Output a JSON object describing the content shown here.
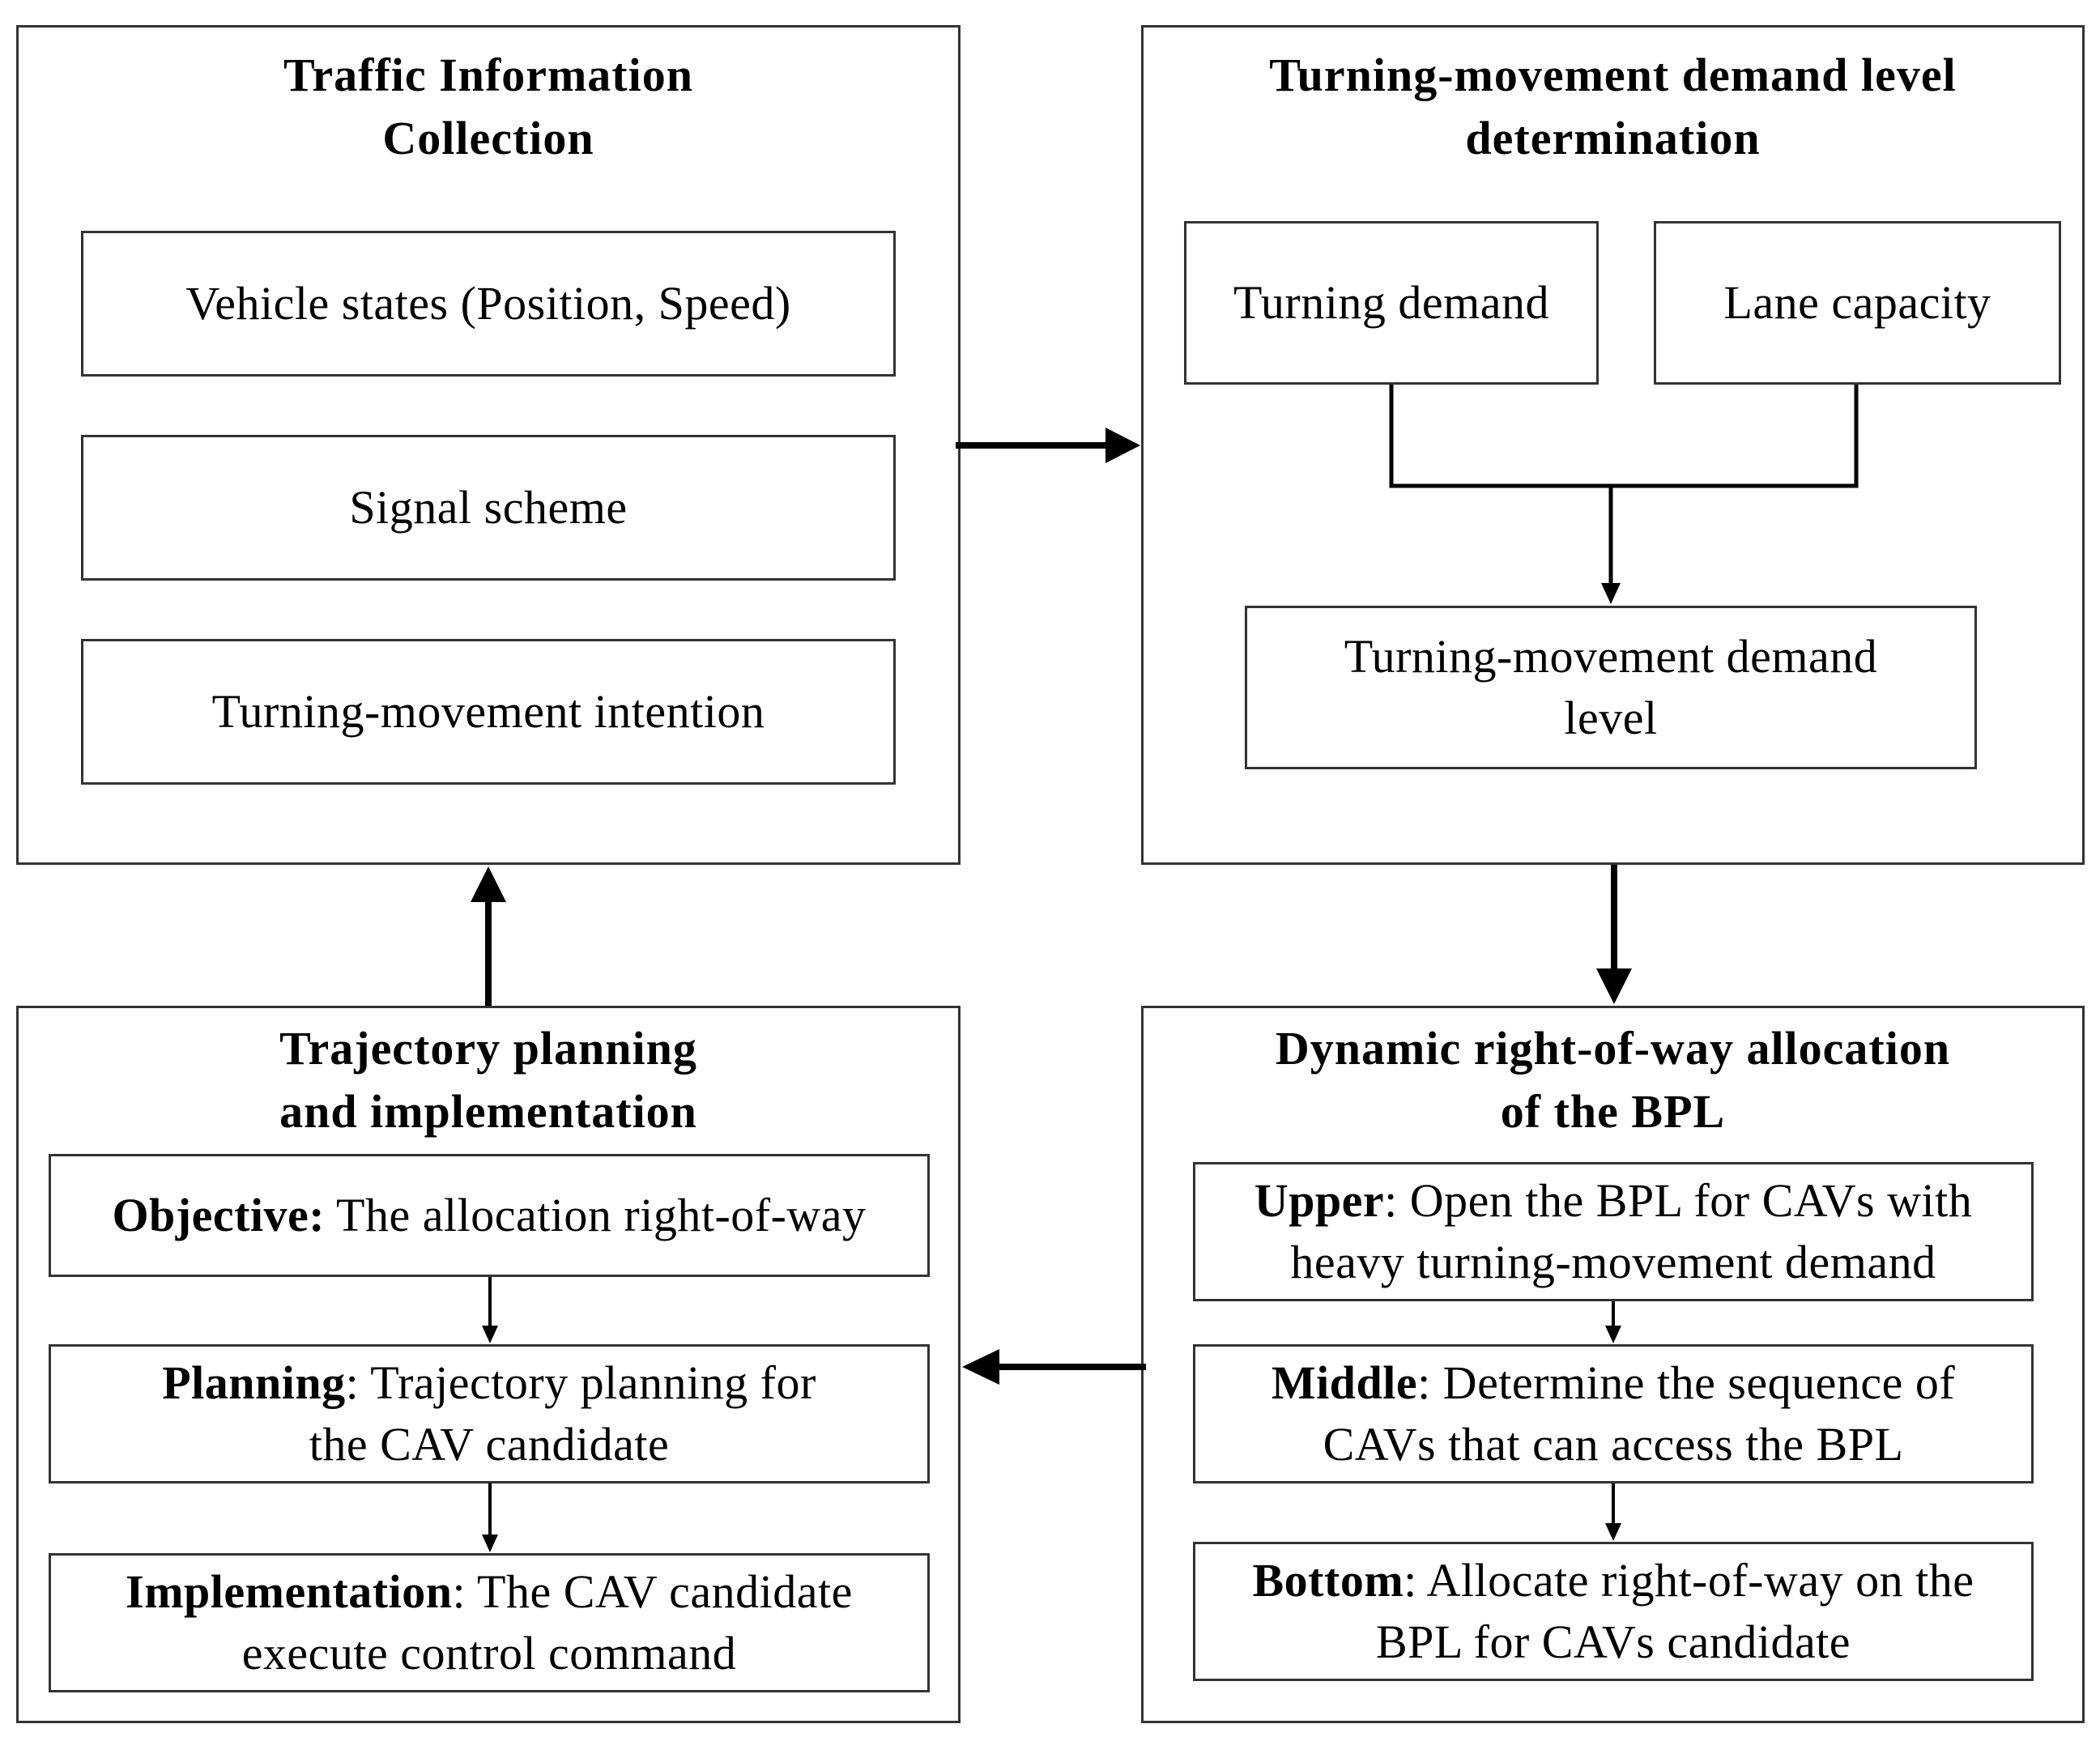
{
  "panels": {
    "traffic_info": {
      "title_line1": "Traffic Information",
      "title_line2": "Collection",
      "items": [
        "Vehicle states (Position, Speed)",
        "Signal scheme",
        "Turning-movement intention"
      ]
    },
    "turning_demand": {
      "title_line1": "Turning-movement demand level",
      "title_line2": "determination",
      "turning_demand": "Turning demand",
      "lane_capacity": "Lane capacity",
      "demand_level_line1": "Turning-movement demand",
      "demand_level_line2": "level"
    },
    "dynamic_allocation": {
      "title_line1": "Dynamic right-of-way allocation",
      "title_line2": "of the BPL",
      "upper": {
        "label": "Upper",
        "text_line1": ": Open the BPL for CAVs with",
        "text_line2": "heavy turning-movement demand"
      },
      "middle": {
        "label": "Middle",
        "text_line1": ": Determine the sequence of",
        "text_line2": "CAVs that can access the BPL"
      },
      "bottom": {
        "label": "Bottom",
        "text_line1": ": Allocate right-of-way on the",
        "text_line2": "BPL for CAVs candidate"
      }
    },
    "trajectory_planning": {
      "title_line1": "Trajectory planning",
      "title_line2": "and implementation",
      "objective": {
        "label": "Objective:",
        "text": " The allocation right-of-way"
      },
      "planning": {
        "label": "Planning",
        "text_line1": ": Trajectory planning for",
        "text_line2": "the CAV candidate"
      },
      "implementation": {
        "label": "Implementation",
        "text_line1": ": The CAV candidate",
        "text_line2": "execute control command"
      }
    }
  }
}
